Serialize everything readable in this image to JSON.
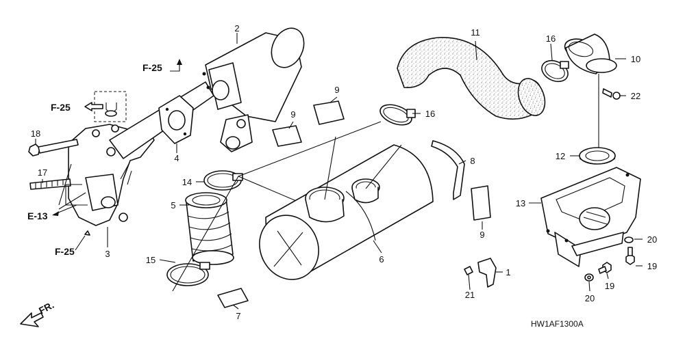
{
  "diagram": {
    "callouts": {
      "c1": "1",
      "c2": "2",
      "c3": "3",
      "c4": "4",
      "c5": "5",
      "c6": "6",
      "c7": "7",
      "c8": "8",
      "c9a": "9",
      "c9b": "9",
      "c9c": "9",
      "c10": "10",
      "c11": "11",
      "c12": "12",
      "c13": "13",
      "c14": "14",
      "c15": "15",
      "c16a": "16",
      "c16b": "16",
      "c17": "17",
      "c18": "18",
      "c19a": "19",
      "c19b": "19",
      "c20a": "20",
      "c20b": "20",
      "c21": "21",
      "c22": "22"
    },
    "references": {
      "f25_top": "F-25",
      "f25_left": "F-25",
      "f25_bottom": "F-25",
      "e13": "E-13"
    },
    "drawing_code": "HW1AF1300A",
    "front_marker": "FR.",
    "icons": [
      "front-arrow-icon",
      "reference-arrow-icon"
    ]
  }
}
